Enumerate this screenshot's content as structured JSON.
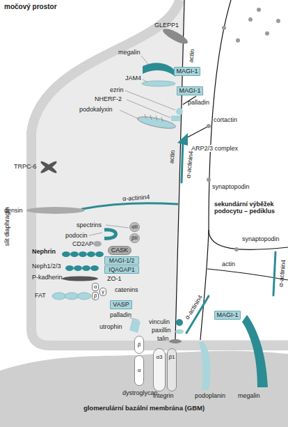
{
  "diagram": {
    "nodes": [
      {
        "text": [
          "MAGI-1"
        ]
      },
      {
        "text": [
          "MAGI-1"
        ]
      },
      {
        "text": [
          "αII"
        ]
      },
      {
        "text": [
          "βII"
        ]
      },
      {
        "text": [
          "CASK"
        ]
      },
      {
        "text": [
          "MAGI-1/2"
        ]
      },
      {
        "text": [
          "IQAGAP1"
        ]
      },
      {
        "text": [
          "α"
        ]
      },
      {
        "text": [
          "β"
        ]
      },
      {
        "text": [
          "γ"
        ]
      },
      {
        "text": [
          "VASP"
        ]
      },
      {
        "text": [
          "MAGI-1"
        ]
      },
      {
        "text": [
          "β"
        ]
      },
      {
        "text": [
          "α"
        ]
      },
      {
        "text": [
          "α3"
        ]
      },
      {
        "text": [
          "β1"
        ]
      },
      {
        "text": [
          "glomerulární bazální membrána (GBM)"
        ]
      }
    ],
    "labels": [
      "močový prostor",
      "GLEPP1",
      "megalin",
      "JAM4",
      "ezrin",
      "palladin",
      "NHERF-2",
      "podokalyxin",
      "actin",
      "cortactin",
      "ARP2/3 complex",
      "actin",
      "α-actinin4",
      "synaptopodin",
      "sekundární výběžek podocytu – pediklus",
      "TRPC-6",
      "densin",
      "α-actinin4",
      "spectrins",
      "podocin",
      "CD2AP",
      "Nephrin",
      "Neph1/2/3",
      "ZO-1",
      "P-kadherin",
      "catenins",
      "FAT",
      "palladin",
      "utrophin",
      "vinculin",
      "paxillin",
      "talin",
      "synaptopodin",
      "actin",
      "α-actinin4",
      "α-actinin4",
      "slit diaphragm",
      "dystroglycan",
      "integrin",
      "podoplanin",
      "megalin"
    ]
  }
}
